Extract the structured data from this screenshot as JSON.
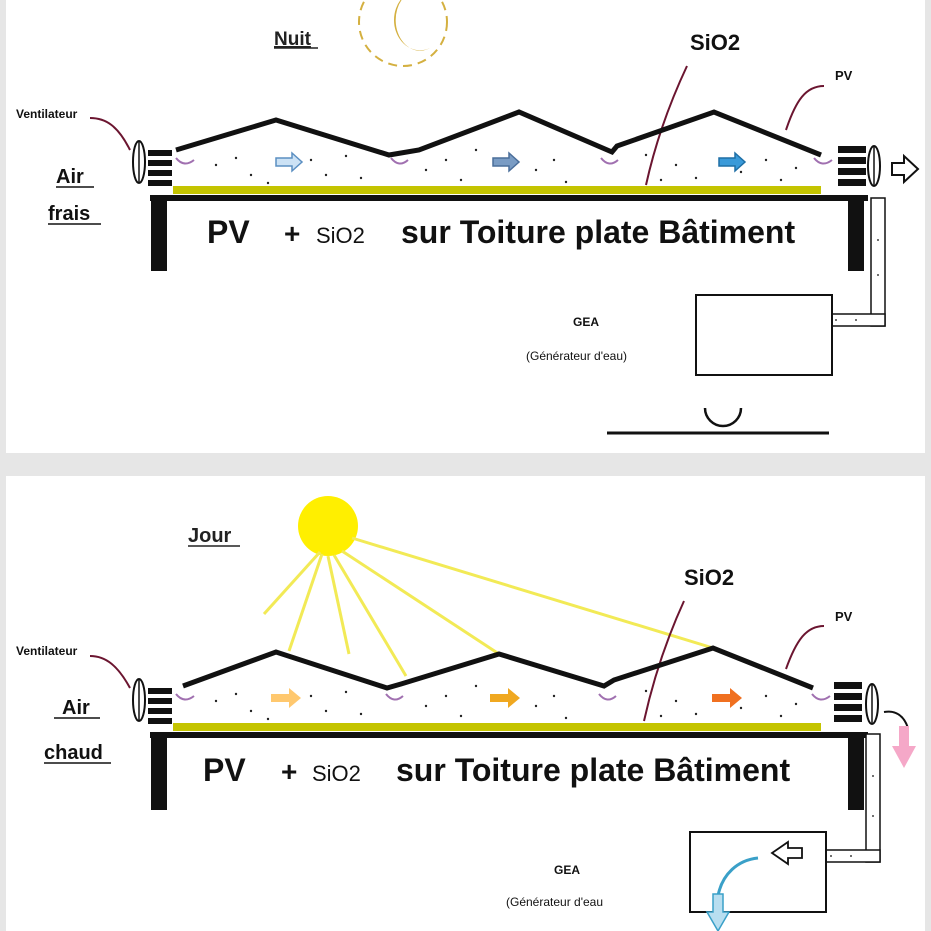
{
  "colors": {
    "background": "#e6e6e6",
    "panel": "#ffffff",
    "roof": "#111111",
    "pv_layer": "#c4c400",
    "moon": "#d4b040",
    "sun": "#ffef00",
    "sun_ray": "#f2ea56",
    "leader_line": "#6b1530",
    "cold_arrow": "#5b8fc2",
    "warm_arrow_1": "#ffc86e",
    "warm_arrow_2": "#f0a820",
    "warm_arrow_3": "#f07020",
    "drop_arrow": "#f5a8c8",
    "water_arrow": "#7ec8e3",
    "gutter": "#a070b0"
  },
  "night": {
    "period_label": "Nuit",
    "moon_icon": "crescent-moon-icon",
    "sio2_label": "SiO2",
    "pv_label": "PV",
    "fan_label": "Ventilateur",
    "air_line1": "Air",
    "air_line2": "frais",
    "building_pv": "PV",
    "building_plus": "+",
    "building_sio2": "SiO2",
    "building_rest": "sur Toiture plate Bâtiment",
    "gea_line1": "GEA",
    "gea_line2": "(Générateur d'eau)"
  },
  "day": {
    "period_label": "Jour",
    "sun_icon": "sun-icon",
    "sio2_label": "SiO2",
    "pv_label": "PV",
    "fan_label": "Ventilateur",
    "air_line1": "Air",
    "air_line2": "chaud",
    "building_pv": "PV",
    "building_plus": "+",
    "building_sio2": "SiO2",
    "building_rest": "sur Toiture plate Bâtiment",
    "gea_line1": "GEA",
    "gea_line2": "(Générateur d'eau"
  }
}
